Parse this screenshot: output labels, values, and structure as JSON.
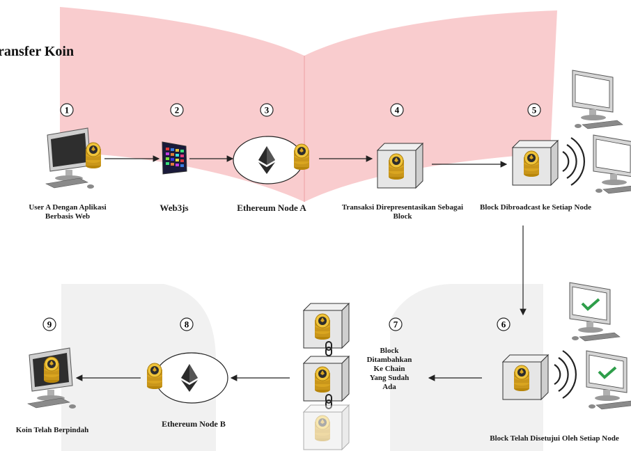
{
  "title": "ransfer Koin",
  "steps": [
    {
      "number": "1",
      "label": "User A Dengan Aplikasi Berbasis Web"
    },
    {
      "number": "2",
      "label": "Web3js"
    },
    {
      "number": "3",
      "label": "Ethereum Node A"
    },
    {
      "number": "4",
      "label": "Transaksi Direpresentasikan Sebagai Block"
    },
    {
      "number": "5",
      "label": "Block Dibroadcast ke Setiap Node"
    },
    {
      "number": "6",
      "label": "Block Telah Disetujui Oleh Setiap Node"
    },
    {
      "number": "7",
      "label": "Block Ditambahkan Ke Chain Yang Sudah Ada"
    },
    {
      "number": "8",
      "label": "Ethereum Node B"
    },
    {
      "number": "9",
      "label": "Koin Telah Berpindah"
    }
  ],
  "colors": {
    "watermark_pink": "#f9c9cb",
    "watermark_grey": "#f1f1f1",
    "coin_gold": "#d9a520",
    "check_green": "#2e9e4a",
    "arrow": "#222222"
  },
  "icons": [
    "computer-icon",
    "coin-stack-icon",
    "web3js-grid-icon",
    "ethereum-icon",
    "block-cube-icon",
    "broadcast-waves-icon",
    "chain-link-icon",
    "checkmark-icon"
  ]
}
